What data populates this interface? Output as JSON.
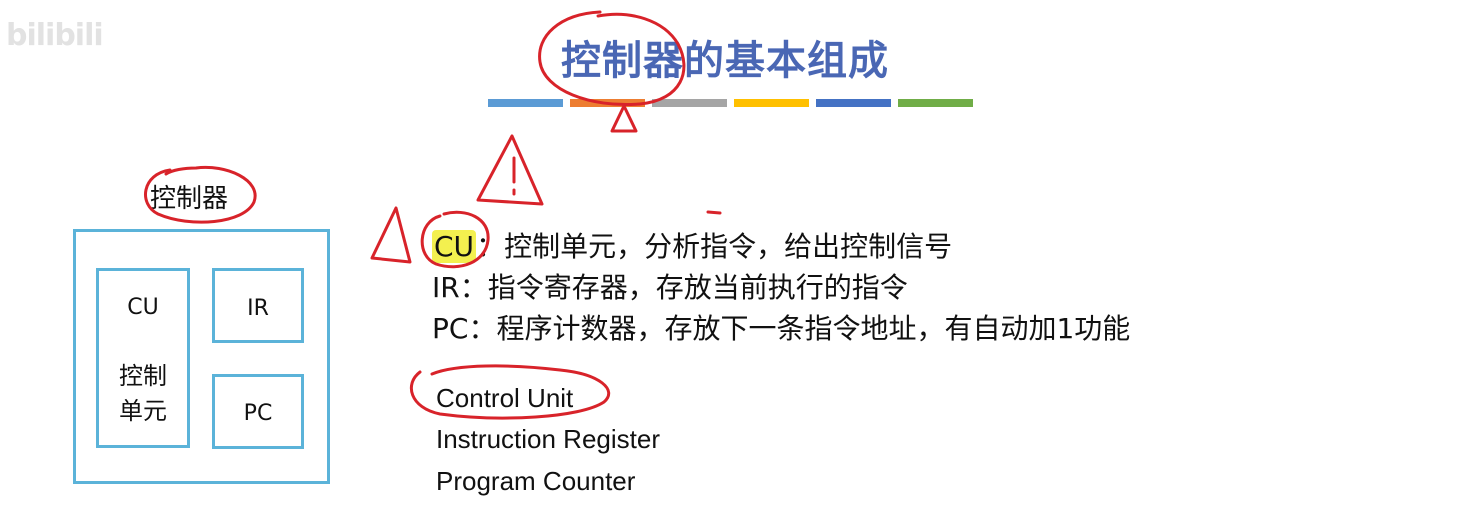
{
  "watermark": "bilibili",
  "title": "控制器的基本组成",
  "title_bar_colors": [
    "#5b9bd5",
    "#ed7d31",
    "#a5a5a5",
    "#ffc000",
    "#4472c4",
    "#70ad47"
  ],
  "diagram": {
    "outer_label": "控制器",
    "cu_box": {
      "abbr": "CU",
      "name_line1": "控制",
      "name_line2": "单元"
    },
    "ir_box": {
      "label": "IR"
    },
    "pc_box": {
      "label": "PC"
    }
  },
  "descriptions": [
    {
      "key": "CU",
      "sep": "：",
      "text": "控制单元，分析指令，给出控制信号"
    },
    {
      "key": "IR",
      "sep": "：",
      "text": "指令寄存器，存放当前执行的指令"
    },
    {
      "key": "PC",
      "sep": "：",
      "text": "程序计数器，存放下一条指令地址，有自动加1功能"
    }
  ],
  "english_terms": [
    "Control Unit",
    "Instruction Register",
    "Program Counter"
  ]
}
